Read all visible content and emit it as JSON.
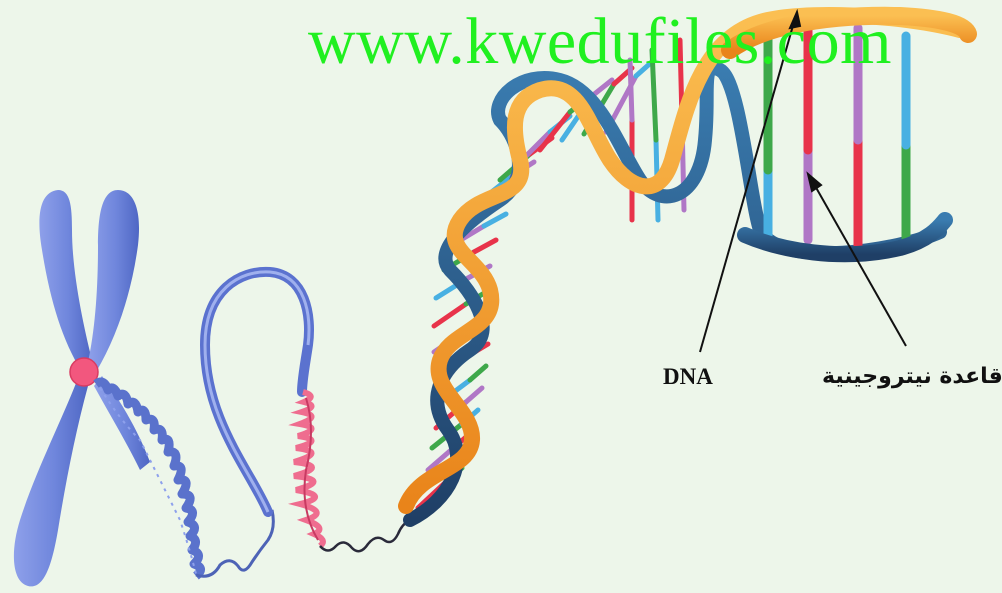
{
  "watermark": "www.kwedufiles.com",
  "labels": {
    "dna": "DNA",
    "nitrogen_base": "قاعدة نيتروجينية"
  },
  "colors": {
    "background": "#edf6ea",
    "chromosome": "#6f86dc",
    "centromere": "#f2577e",
    "backbone_orange": "#f4951e",
    "backbone_dark": "#2a5f8a",
    "base_red": "#e8334a",
    "base_purple": "#b077c6",
    "base_blue": "#48b0e2",
    "base_green": "#3ea84a",
    "watermark": "#20f020"
  }
}
